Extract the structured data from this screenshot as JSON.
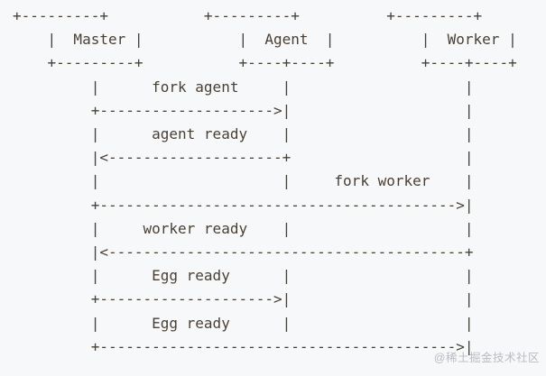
{
  "diagram": {
    "type": "ascii-sequence-diagram",
    "participants": [
      "Master",
      "Agent",
      "Worker"
    ],
    "messages": [
      {
        "from": "Master",
        "to": "Agent",
        "label": "fork agent"
      },
      {
        "from": "Agent",
        "to": "Master",
        "label": "agent ready"
      },
      {
        "from": "Master",
        "to": "Worker",
        "label": "fork worker"
      },
      {
        "from": "Worker",
        "to": "Master",
        "label": "worker ready"
      },
      {
        "from": "Master",
        "to": "Agent",
        "label": "Egg ready"
      },
      {
        "from": "Master",
        "to": "Worker",
        "label": "Egg ready"
      }
    ],
    "ascii_lines": [
      "+---------+           +---------+          +---------+",
      "    |  Master |           |  Agent  |          |  Worker |",
      "    +---------+           +----+----+          +----+----+",
      "         |      fork agent     |                    |",
      "         +-------------------->|                    |",
      "         |      agent ready    |                    |",
      "         |<--------------------+                    |",
      "         |                     |     fork worker    |",
      "         +----------------------------------------->|",
      "         |     worker ready    |                    |",
      "         |<-----------------------------------------+",
      "         |      Egg ready      |                    |",
      "         +-------------------->|                    |",
      "         |      Egg ready      |                    |",
      "         +----------------------------------------->|"
    ]
  },
  "watermark": {
    "text": "@稀土掘金技术社区",
    "color": "#b9bcc2"
  },
  "colors": {
    "background": "#f7f8f9",
    "text": "#4a3f33"
  }
}
